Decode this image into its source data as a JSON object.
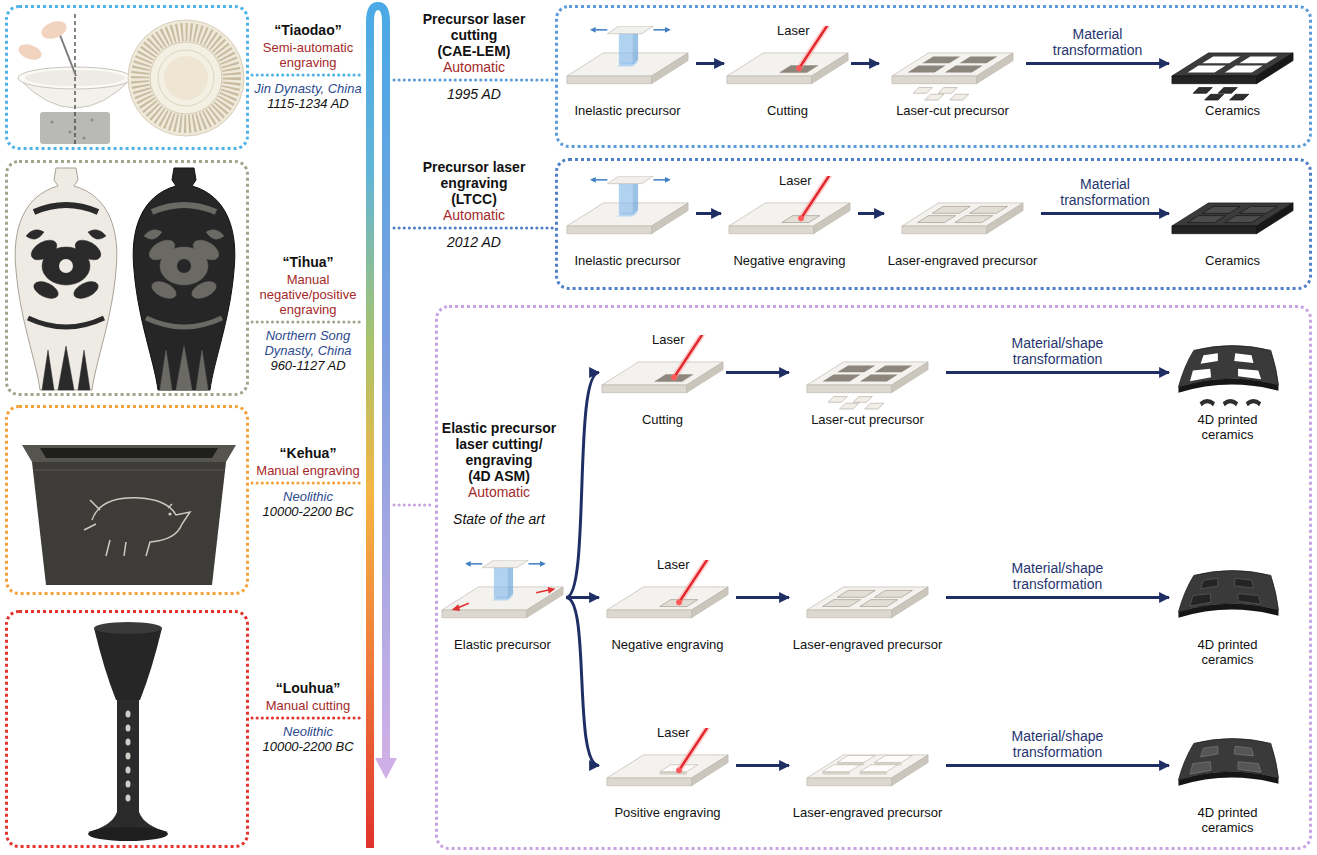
{
  "diagram": {
    "nodes": [
      {
        "text": [
          "“Tiaodao”",
          "Semi-automatic engraving",
          "Jin Dynasty, China",
          "1115-1234 AD"
        ]
      },
      {
        "text": [
          "“Tihua”",
          "Manual negative/positive engraving",
          "Northern Song Dynasty, China",
          "960-1127 AD"
        ]
      },
      {
        "text": [
          "“Kehua”",
          "Manual engraving",
          "Neolithic",
          "10000-2200 BC"
        ]
      },
      {
        "text": [
          "“Louhua”",
          "Manual cutting",
          "Neolithic",
          "10000-2200 BC"
        ]
      },
      {
        "text": [
          "Precursor laser cutting",
          "(CAE-LEM)",
          "Automatic",
          "1995 AD"
        ]
      },
      {
        "text": [
          "Inelastic precursor"
        ],
        "in": 4
      },
      {
        "text": [
          "Cutting"
        ],
        "in": 4
      },
      {
        "text": [
          "Laser-cut precursor"
        ],
        "in": 4
      },
      {
        "text": [
          "Ceramics"
        ],
        "in": 4
      },
      {
        "text": [
          "Precursor laser engraving",
          "(LTCC)",
          "Automatic",
          "2012 AD"
        ]
      },
      {
        "text": [
          "Inelastic precursor"
        ],
        "in": 9
      },
      {
        "text": [
          "Negative engraving"
        ],
        "in": 9
      },
      {
        "text": [
          "Laser-engraved precursor"
        ],
        "in": 9
      },
      {
        "text": [
          "Ceramics"
        ],
        "in": 9
      },
      {
        "text": [
          "Elastic precursor laser cutting/ engraving",
          "(4D ASM)",
          "Automatic",
          "State of the art"
        ]
      },
      {
        "text": [
          "Elastic precursor"
        ],
        "in": 14
      },
      {
        "text": [
          "Cutting"
        ],
        "in": 14
      },
      {
        "text": [
          "Laser-cut precursor"
        ],
        "in": 14
      },
      {
        "text": [
          "4D printed ceramics"
        ],
        "in": 14
      },
      {
        "text": [
          "Negative engraving"
        ],
        "in": 14
      },
      {
        "text": [
          "Laser-engraved precursor"
        ],
        "in": 14
      },
      {
        "text": [
          "4D printed ceramics"
        ],
        "in": 14
      },
      {
        "text": [
          "Positive engraving"
        ],
        "in": 14
      },
      {
        "text": [
          "Laser-engraved precursor"
        ],
        "in": 14
      },
      {
        "text": [
          "4D printed ceramics"
        ],
        "in": 14
      }
    ],
    "edges": [
      {
        "from": 5,
        "to": 6,
        "arrow": "to"
      },
      {
        "from": 6,
        "to": 7,
        "arrow": "to"
      },
      {
        "from": 7,
        "to": 8,
        "label": "Material transformation",
        "arrow": "to"
      },
      {
        "from": 10,
        "to": 11,
        "arrow": "to"
      },
      {
        "from": 11,
        "to": 12,
        "arrow": "to"
      },
      {
        "from": 12,
        "to": 13,
        "label": "Material transformation",
        "arrow": "to"
      },
      {
        "from": 15,
        "to": 16,
        "arrow": "to"
      },
      {
        "from": 16,
        "to": 17,
        "arrow": "to"
      },
      {
        "from": 17,
        "to": 18,
        "label": "Material/shape transformation",
        "arrow": "to"
      },
      {
        "from": 15,
        "to": 19,
        "arrow": "to"
      },
      {
        "from": 19,
        "to": 20,
        "arrow": "to"
      },
      {
        "from": 20,
        "to": 21,
        "label": "Material/shape transformation",
        "arrow": "to"
      },
      {
        "from": 15,
        "to": 22,
        "arrow": "to"
      },
      {
        "from": 22,
        "to": 23,
        "arrow": "to"
      },
      {
        "from": 23,
        "to": 24,
        "label": "Material/shape transformation",
        "arrow": "to"
      }
    ],
    "labels": [
      "Laser",
      "Laser",
      "Laser",
      "Laser",
      "Laser"
    ]
  }
}
